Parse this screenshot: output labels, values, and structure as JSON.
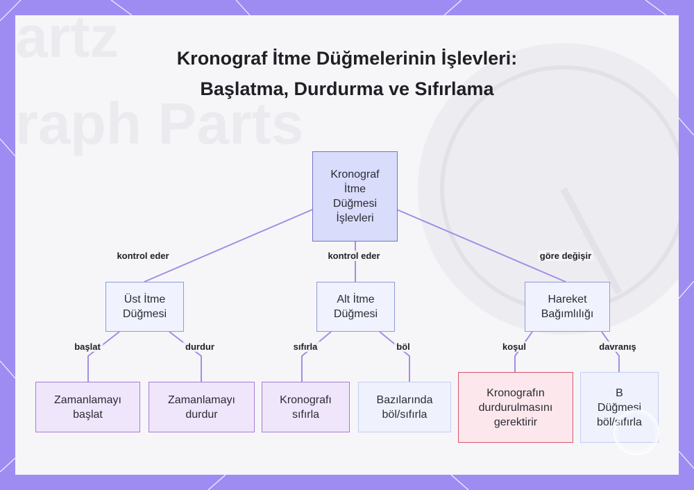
{
  "title": "Kronograf İtme Düğmelerinin İşlevleri: Başlatma, Durdurma ve Sıfırlama",
  "nodes": {
    "root": "Kronograf\nİtme\nDüğmesi\nİşlevleri",
    "top_button": "Üst İtme\nDüğmesi",
    "bottom_button": "Alt İtme\nDüğmesi",
    "movement": "Hareket\nBağımlılığı",
    "start_timing": "Zamanlamayı\nbaşlat",
    "stop_timing": "Zamanlamayı\ndurdur",
    "reset_chrono": "Kronografı\nsıfırla",
    "split_reset": "Bazılarında\nböl/sıfırla",
    "requires_stop": "Kronografın\ndurdurulmasını\ngerektirir",
    "b_button": "B\nDüğmesi\nböl/sıfırla"
  },
  "edges": {
    "controls_1": "kontrol eder",
    "controls_2": "kontrol eder",
    "varies": "göre değişir",
    "start": "başlat",
    "stop": "durdur",
    "reset": "sıfırla",
    "split": "böl",
    "condition": "koşul",
    "behavior": "davranış"
  },
  "colors": {
    "frame": "#9f8cf3",
    "edge": "#a48ce6",
    "root_fill": "#d9dcfb",
    "leaf_fill": "#efe6fb",
    "warning_border": "#d6556c"
  }
}
